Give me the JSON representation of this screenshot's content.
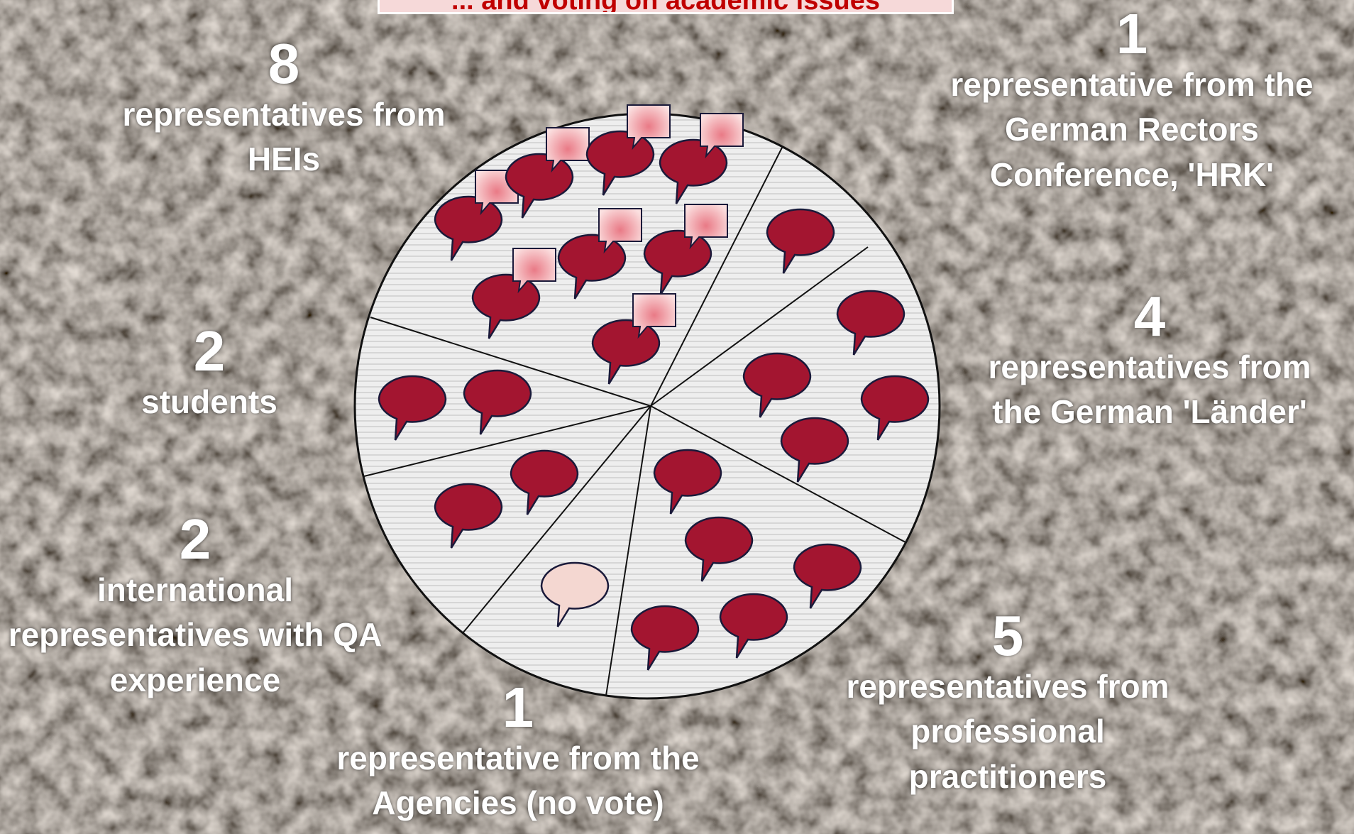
{
  "title": "... and voting on academic issues",
  "groups": [
    {
      "id": "heis",
      "count": "8",
      "label": "representatives from HEIs",
      "members": 8
    },
    {
      "id": "hrk",
      "count": "1",
      "label": "representative from the German Rectors Conference, 'HRK'",
      "members": 1
    },
    {
      "id": "laender",
      "count": "4",
      "label": "representatives from the German 'Länder'",
      "members": 4
    },
    {
      "id": "practitioners",
      "count": "5",
      "label": "representatives from professional practitioners",
      "members": 5
    },
    {
      "id": "agencies",
      "count": "1",
      "label": "representative from the Agencies (no vote)",
      "members": 1,
      "voting": false
    },
    {
      "id": "international",
      "count": "2",
      "label": "international representatives with QA experience",
      "members": 2
    },
    {
      "id": "students",
      "count": "2",
      "label": "students",
      "members": 2
    }
  ],
  "colors": {
    "bubble_voting": "#a31530",
    "bubble_nonvoting": "#f4d7d1",
    "badge": "#f2b6b8",
    "circle_fill": "#ececec",
    "title_text": "#c00000",
    "title_bg": "#f6d9d9"
  },
  "icons": {
    "member": "speech-bubble-icon",
    "academic": "note-icon"
  }
}
